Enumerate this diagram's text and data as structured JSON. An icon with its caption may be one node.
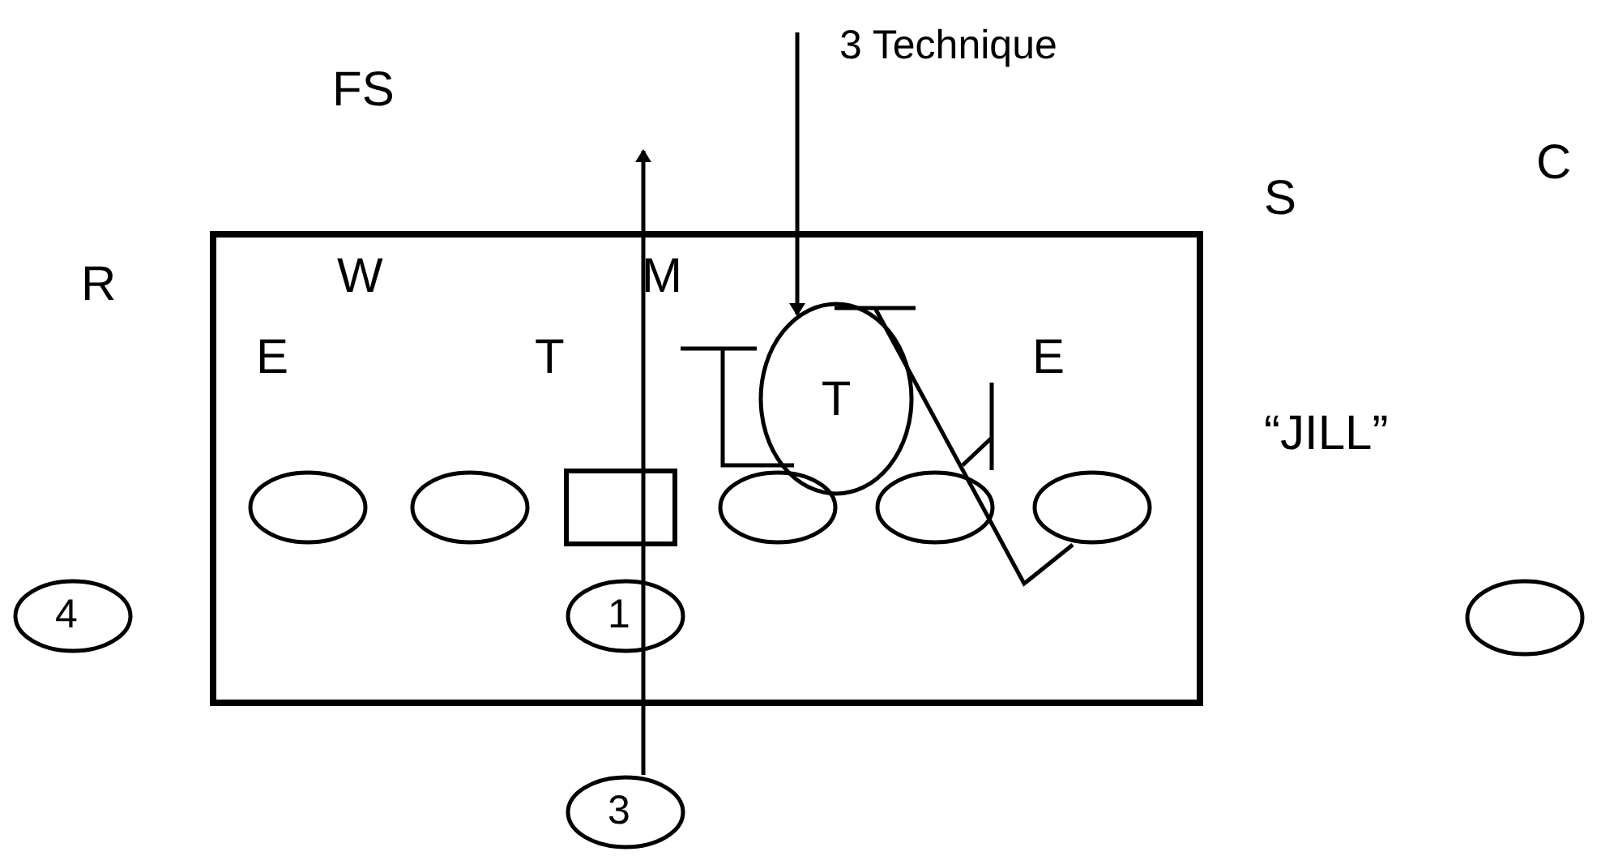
{
  "diagram": {
    "nodes": [
      {
        "text": [
          "3 Technique"
        ]
      },
      {
        "text": [],
        "shape": "box"
      },
      {
        "text": [
          "T"
        ],
        "in": 1
      },
      {
        "text": [],
        "shape": "circle",
        "in": 1
      },
      {
        "text": [],
        "shape": "circle",
        "in": 1
      },
      {
        "text": [],
        "shape": "box",
        "in": 1
      },
      {
        "text": [],
        "shape": "circle",
        "in": 1
      },
      {
        "text": [],
        "shape": "circle",
        "in": 1
      },
      {
        "text": [],
        "shape": "circle",
        "in": 1
      },
      {
        "text": [
          "4"
        ]
      },
      {
        "text": [
          "1"
        ],
        "in": 1
      },
      {
        "text": [],
        "shape": "circle"
      },
      {
        "text": [
          "3"
        ]
      }
    ],
    "edges": [
      {
        "from": 0,
        "to": 2,
        "arrow": "to"
      },
      {
        "from": 12,
        "to": null,
        "arrow": "to"
      }
    ],
    "labels": [
      "FS",
      "S",
      "C",
      "R",
      "W",
      "M",
      "E",
      "T",
      "E",
      "“JILL”"
    ]
  }
}
